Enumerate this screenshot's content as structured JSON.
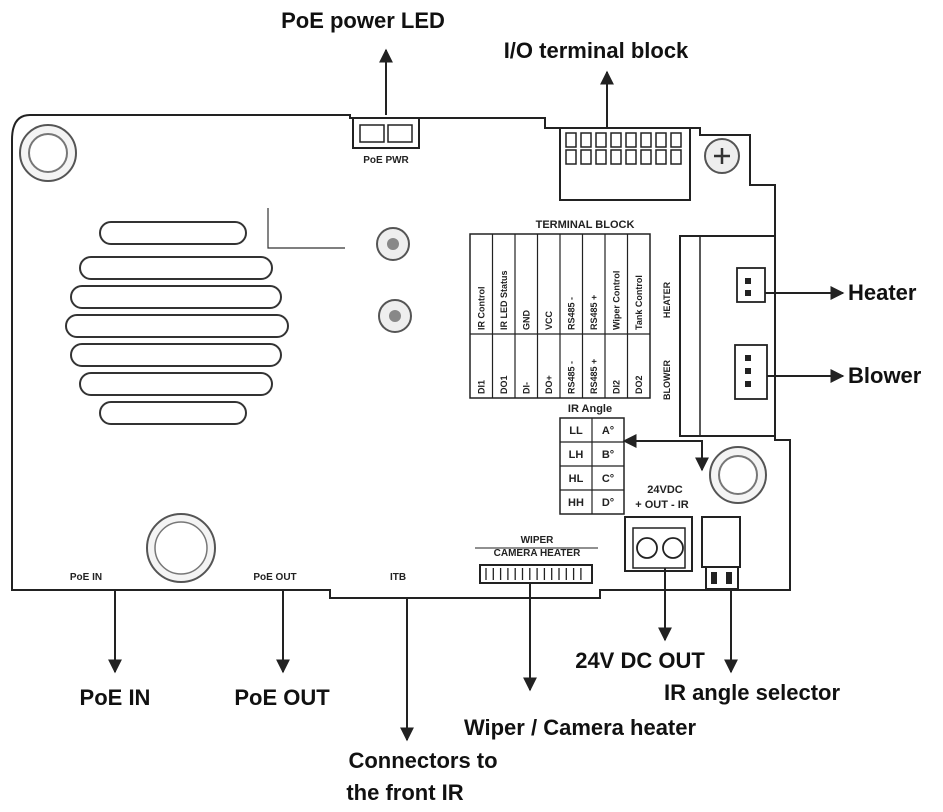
{
  "callouts": {
    "poe_power_led": "PoE power LED",
    "io_terminal_block": "I/O terminal block",
    "heater": "Heater",
    "blower": "Blower",
    "poe_in": "PoE IN",
    "poe_out": "PoE OUT",
    "wiper_camera_heater": "Wiper / Camera heater",
    "connectors_line1": "Connectors to",
    "connectors_line2": "the front IR",
    "dc_out": "24V DC OUT",
    "ir_angle_selector": "IR angle selector"
  },
  "board_labels": {
    "poe_pwr": "PoE PWR",
    "terminal_block_title": "TERMINAL BLOCK",
    "heater": "HEATER",
    "blower": "BLOWER",
    "ir_angle": "IR Angle",
    "dc_line1": "24VDC",
    "dc_line2": "+ OUT -   IR",
    "wiper": "WIPER",
    "camera_heater": "CAMERA HEATER",
    "poe_in": "PoE IN",
    "poe_out": "PoE OUT",
    "itb": "ITB"
  },
  "terminal_block": {
    "top_row": [
      "IR Control",
      "IR LED Status",
      "GND",
      "VCC",
      "RS485 -",
      "RS485 +",
      "Wiper Control",
      "Tank Control"
    ],
    "bottom_row": [
      "DI1",
      "DO1",
      "DI-",
      "DO+",
      "RS485 -",
      "RS485 +",
      "DI2",
      "DO2"
    ]
  },
  "ir_angle_table": [
    [
      "LL",
      "A°"
    ],
    [
      "LH",
      "B°"
    ],
    [
      "HL",
      "C°"
    ],
    [
      "HH",
      "D°"
    ]
  ]
}
